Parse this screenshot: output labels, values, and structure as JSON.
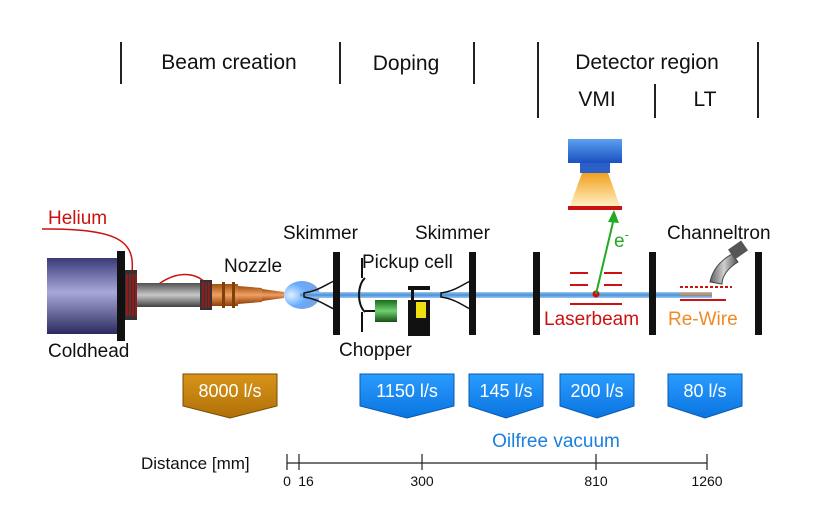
{
  "regions": {
    "beam_creation": "Beam creation",
    "doping": "Doping",
    "detector_region": "Detector region",
    "vmi": "VMI",
    "lt": "LT"
  },
  "labels": {
    "helium": "Helium",
    "nozzle": "Nozzle",
    "coldhead": "Coldhead",
    "skimmer_1": "Skimmer",
    "skimmer_2": "Skimmer",
    "pickup_cell": "Pickup cell",
    "chopper": "Chopper",
    "channeltron": "Channeltron",
    "electron": "e",
    "electron_sup": "-",
    "laserbeam": "Laserbeam",
    "re_wire": "Re-Wire"
  },
  "pumps": [
    {
      "label": "8000 l/s",
      "color": "#c8860a"
    },
    {
      "label": "1150 l/s",
      "color": "#1a8cff"
    },
    {
      "label": "145 l/s",
      "color": "#1a8cff"
    },
    {
      "label": "200 l/s",
      "color": "#1a8cff"
    },
    {
      "label": "80 l/s",
      "color": "#1a8cff"
    }
  ],
  "vacuum_label": "Oilfree vacuum",
  "distance": {
    "label": "Distance [mm]",
    "ticks": [
      "0",
      "16",
      "300",
      "810",
      "1260"
    ]
  },
  "colors": {
    "helium": "#cc1111",
    "laserbeam": "#cc1111",
    "re_wire": "#f08a24",
    "vacuum_text": "#1a7fe0",
    "electron": "#22aa22",
    "beam": "#5aa8e8"
  }
}
